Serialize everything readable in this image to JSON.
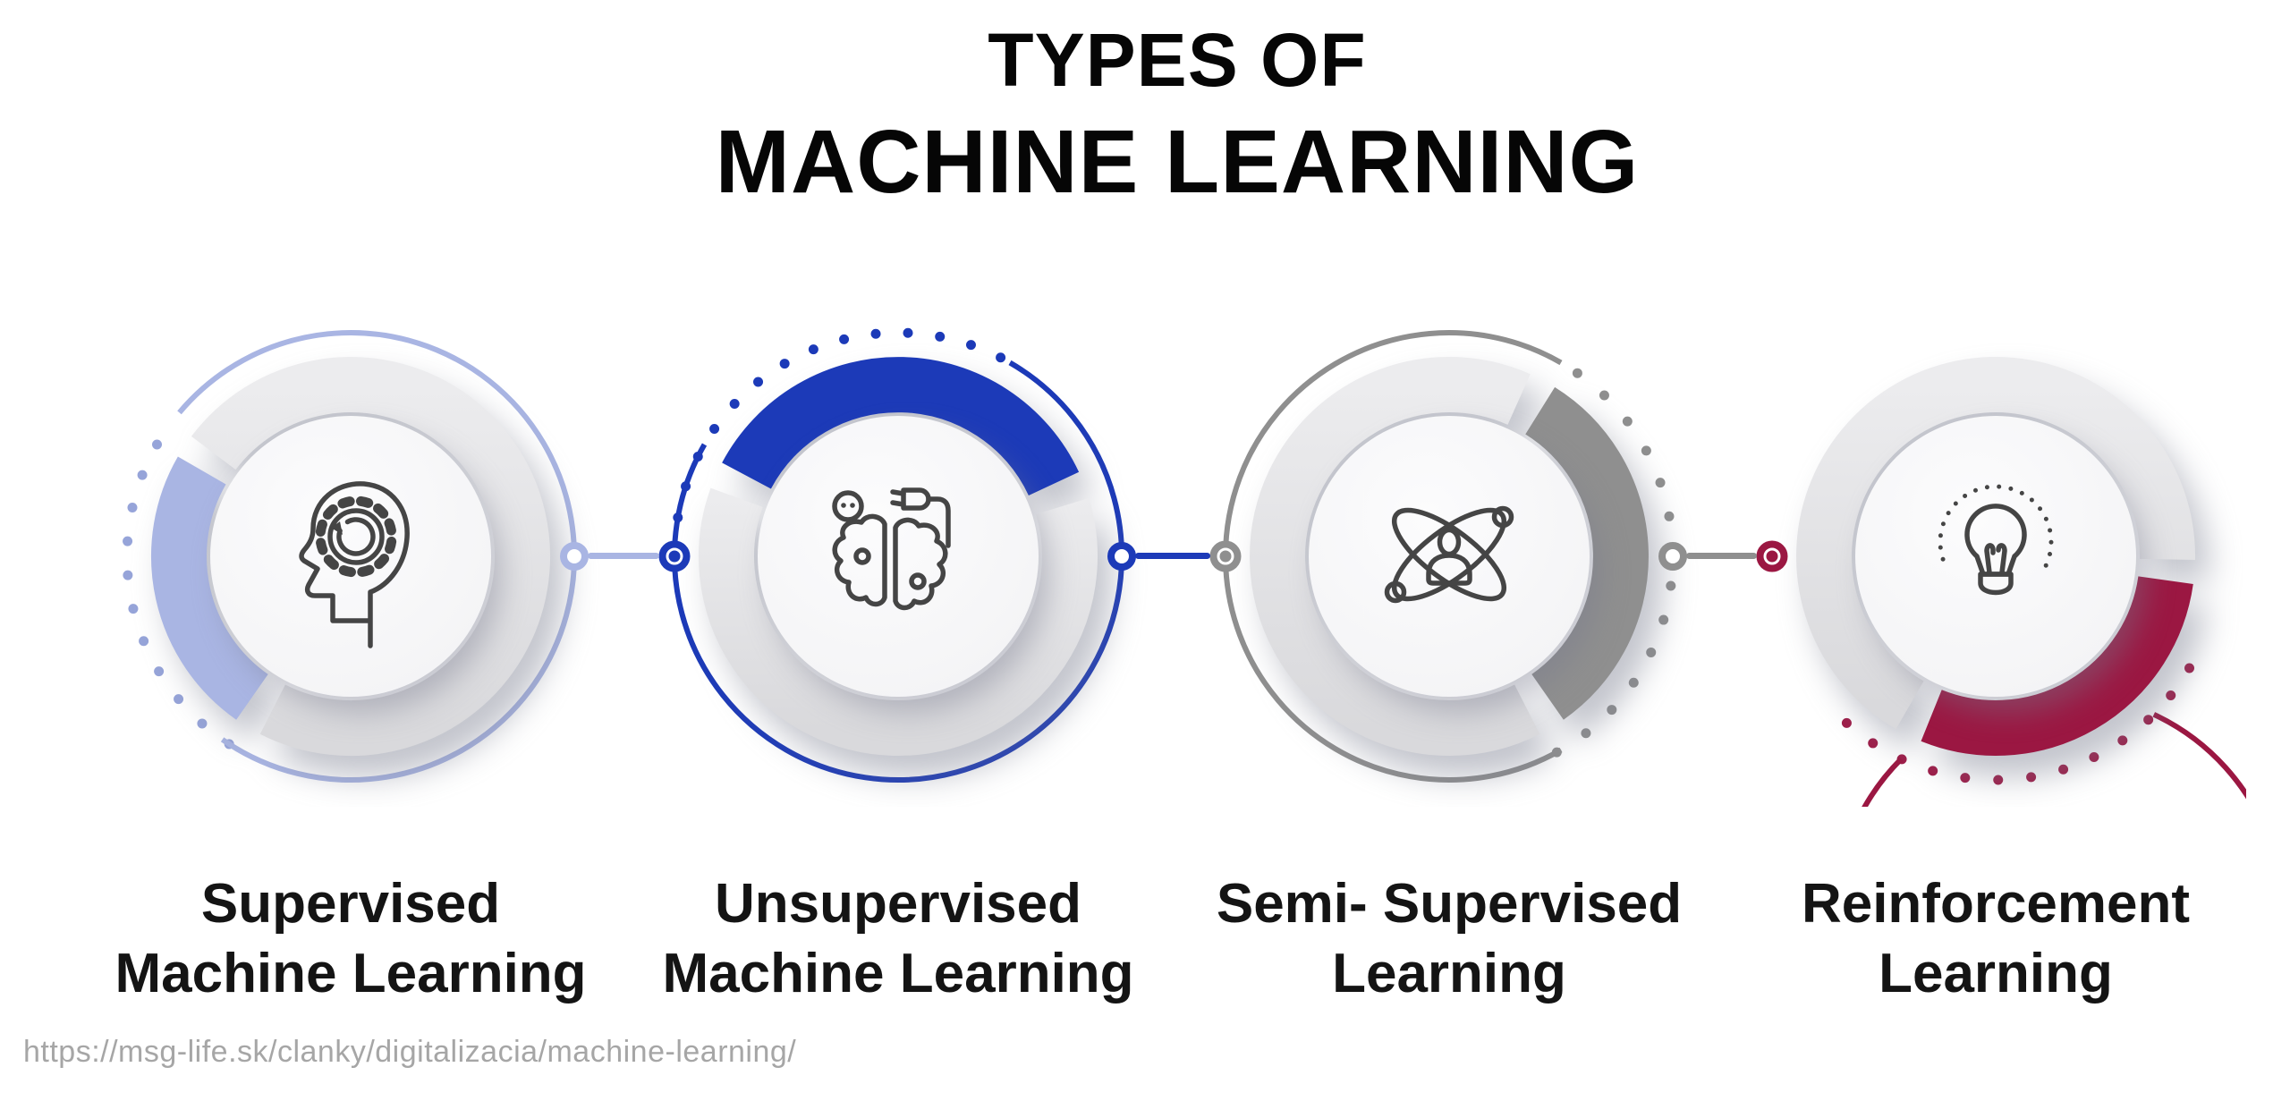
{
  "title": {
    "line1": "TYPES OF",
    "line2": "MACHINE LEARNING"
  },
  "nodes": [
    {
      "id": "supervised",
      "label_line1": "Supervised",
      "label_line2": "Machine Learning",
      "accent": "#a9b5e3",
      "icon": "head-gear-icon"
    },
    {
      "id": "unsupervised",
      "label_line1": "Unsupervised",
      "label_line2": "Machine Learning",
      "accent": "#1c3ab8",
      "icon": "brain-plug-icon"
    },
    {
      "id": "semi-supervised",
      "label_line1": "Semi- Supervised",
      "label_line2": "Learning",
      "accent": "#8f8f8f",
      "icon": "atom-person-icon"
    },
    {
      "id": "reinforcement",
      "label_line1": "Reinforcement",
      "label_line2": "Learning",
      "accent": "#9b1742",
      "icon": "lightbulb-icon"
    }
  ],
  "source_url": "https://msg-life.sk/clanky/digitalizacia/machine-learning/",
  "colors": {
    "accent_supervised": "#a9b5e3",
    "accent_unsupervised": "#1c3ab8",
    "accent_semi_supervised": "#8f8f8f",
    "accent_reinforcement": "#9b1742",
    "icon_stroke": "#454545",
    "title_text": "#060606",
    "label_text": "#141414",
    "url_text": "#a6a6a6",
    "ring_gray_light": "#ececee",
    "ring_gray_dark": "#d9d9dc",
    "background": "#ffffff"
  }
}
